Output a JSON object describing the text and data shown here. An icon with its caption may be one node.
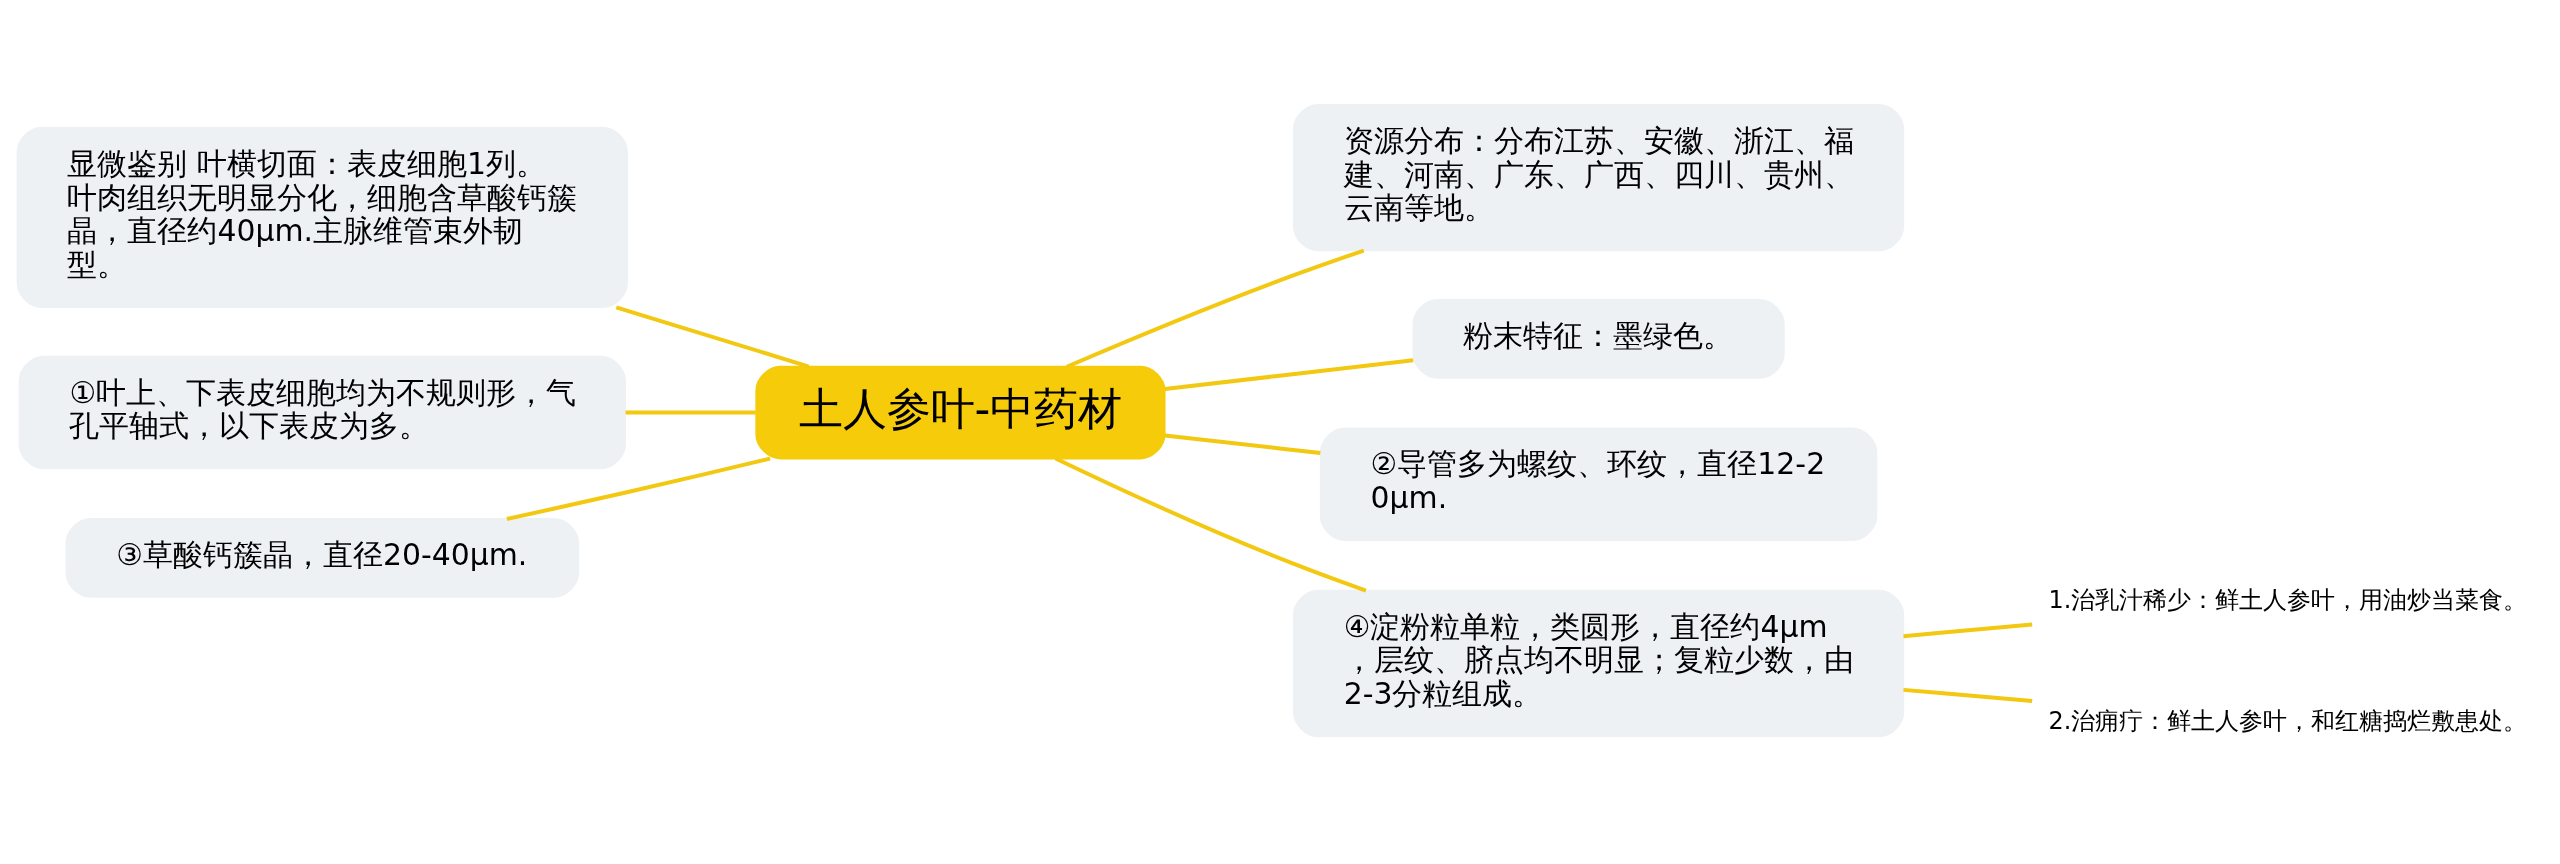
{
  "diagram": {
    "nodes": [
      {
        "text": [
          "土人参叶-中药材"
        ]
      },
      {
        "text": [
          "显微鉴别 叶横切面：表皮细胞1列。叶肉组织无明显分化，细胞含草酸钙簇晶，直径约40μm.主脉维管束外韧型。"
        ]
      },
      {
        "text": [
          "①叶上、下表皮细胞均为不规则形，气孔平轴式，以下表皮为多。"
        ]
      },
      {
        "text": [
          "③草酸钙簇晶，直径20-40μm."
        ]
      },
      {
        "text": [
          "资源分布：分布江苏、安徽、浙江、福建、河南、广东、广西、四川、贵州、云南等地。"
        ]
      },
      {
        "text": [
          "粉末特征：墨绿色。"
        ]
      },
      {
        "text": [
          "②导管多为螺纹、环纹，直径12-20μm."
        ]
      },
      {
        "text": [
          "④淀粉粒单粒，类圆形，直径约4μm，层纹、脐点均不明显；复粒少数，由2-3分粒组成。"
        ]
      },
      {
        "text": [
          "1.治乳汁稀少：鲜土人参叶，用油炒当菜食。"
        ]
      },
      {
        "text": [
          "2.治痈疔：鲜土人参叶，和红糖捣烂敷患处。"
        ]
      }
    ],
    "edges": [
      {
        "from": 0,
        "to": 1,
        "arrow": "none"
      },
      {
        "from": 0,
        "to": 2,
        "arrow": "none"
      },
      {
        "from": 0,
        "to": 3,
        "arrow": "none"
      },
      {
        "from": 0,
        "to": 4,
        "arrow": "none"
      },
      {
        "from": 0,
        "to": 5,
        "arrow": "none"
      },
      {
        "from": 0,
        "to": 6,
        "arrow": "none"
      },
      {
        "from": 0,
        "to": 7,
        "arrow": "none"
      },
      {
        "from": 7,
        "to": 8,
        "arrow": "none"
      },
      {
        "from": 7,
        "to": 9,
        "arrow": "none"
      }
    ]
  }
}
